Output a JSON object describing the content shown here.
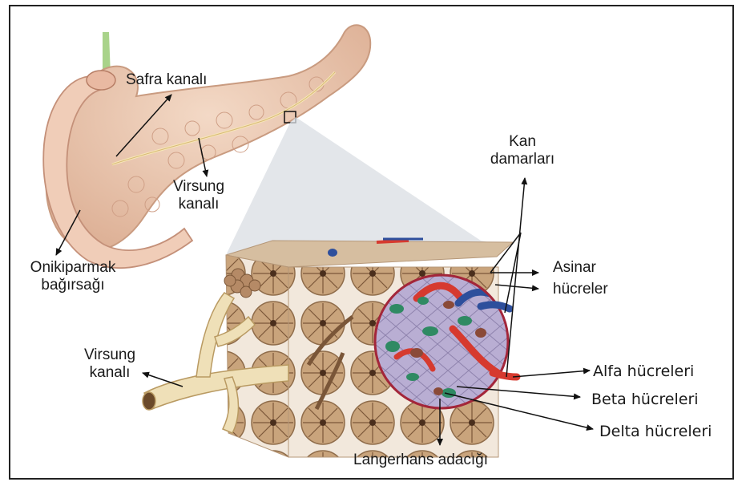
{
  "labels": {
    "safra_kanali": "Safra kanalı",
    "virsung_kanali_top_1": "Virsung",
    "virsung_kanali_top_2": "kanalı",
    "onikiparmak_1": "Onikiparmak",
    "onikiparmak_2": "bağırsağı",
    "kan_damarlari_1": "Kan",
    "kan_damarlari_2": "damarları",
    "asinar_1": "Asinar",
    "asinar_2": "hücreler",
    "virsung_kanali_left_1": "Virsung",
    "virsung_kanali_left_2": "kanalı",
    "alfa": "Alfa hücreleri",
    "beta": "Beta hücreleri",
    "delta": "Delta hücreleri",
    "langerhans": "Langerhans adacığı"
  },
  "colors": {
    "pancreas": "#ecc9b2",
    "pancreas_shadow": "#d8ab92",
    "tissue": "#d9bfa0",
    "acinus": "#c7a27a",
    "islet": "#b3a6cc",
    "islet_border": "#a3263a",
    "duct": "#efe0b8",
    "vessel_red": "#d63a2f",
    "vessel_blue": "#2e4f9c",
    "alpha_cell": "#2f8a63"
  }
}
